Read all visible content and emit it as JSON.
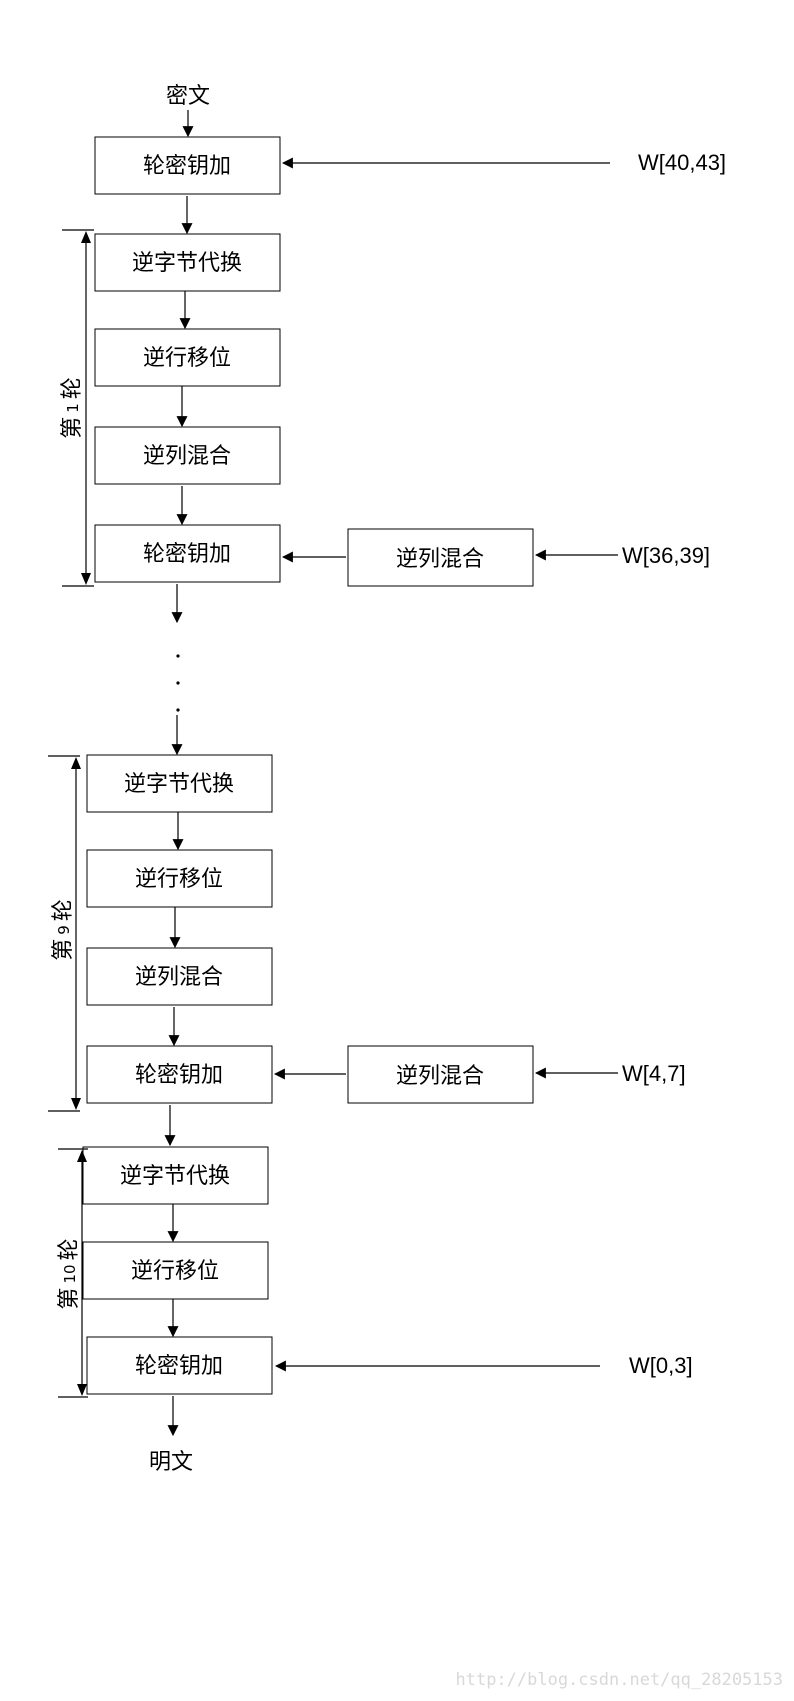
{
  "ciphertext": "密文",
  "plaintext": "明文",
  "steps": {
    "add_round_key": "轮密钥加",
    "inv_sub_bytes": "逆字节代换",
    "inv_shift_rows": "逆行移位",
    "inv_mix_columns": "逆列混合"
  },
  "keys": {
    "k0": "W[40,43]",
    "k1": "W[36,39]",
    "k9": "W[4,7]",
    "k10": "W[0,3]"
  },
  "rounds": {
    "r1": {
      "prefix": "第",
      "num": "1",
      "suffix": "轮"
    },
    "r9": {
      "prefix": "第",
      "num": "9",
      "suffix": "轮"
    },
    "r10": {
      "prefix": "第",
      "num": "10",
      "suffix": "轮"
    }
  },
  "watermark": "http://blog.csdn.net/qq_28205153"
}
